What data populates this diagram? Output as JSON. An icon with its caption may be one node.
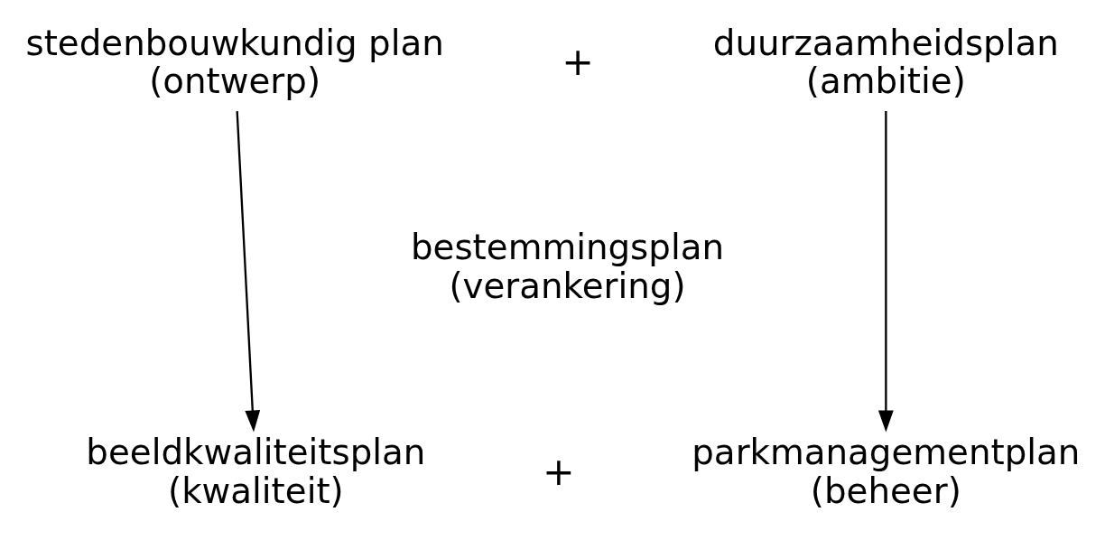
{
  "diagram": {
    "nodes": [
      {
        "text": [
          "stedenbouwkundig plan",
          "(ontwerp)"
        ]
      },
      {
        "text": [
          "duurzaamheidsplan",
          "(ambitie)"
        ]
      },
      {
        "text": [
          "bestemmingsplan",
          "(verankering)"
        ]
      },
      {
        "text": [
          "beeldkwaliteitsplan",
          "(kwaliteit)"
        ]
      },
      {
        "text": [
          "parkmanagementplan",
          "(beheer)"
        ]
      }
    ],
    "edges": [
      {
        "from": 0,
        "to": 3,
        "arrow": "to"
      },
      {
        "from": 1,
        "to": 4,
        "arrow": "to"
      }
    ],
    "labels": [
      "+",
      "+"
    ]
  }
}
